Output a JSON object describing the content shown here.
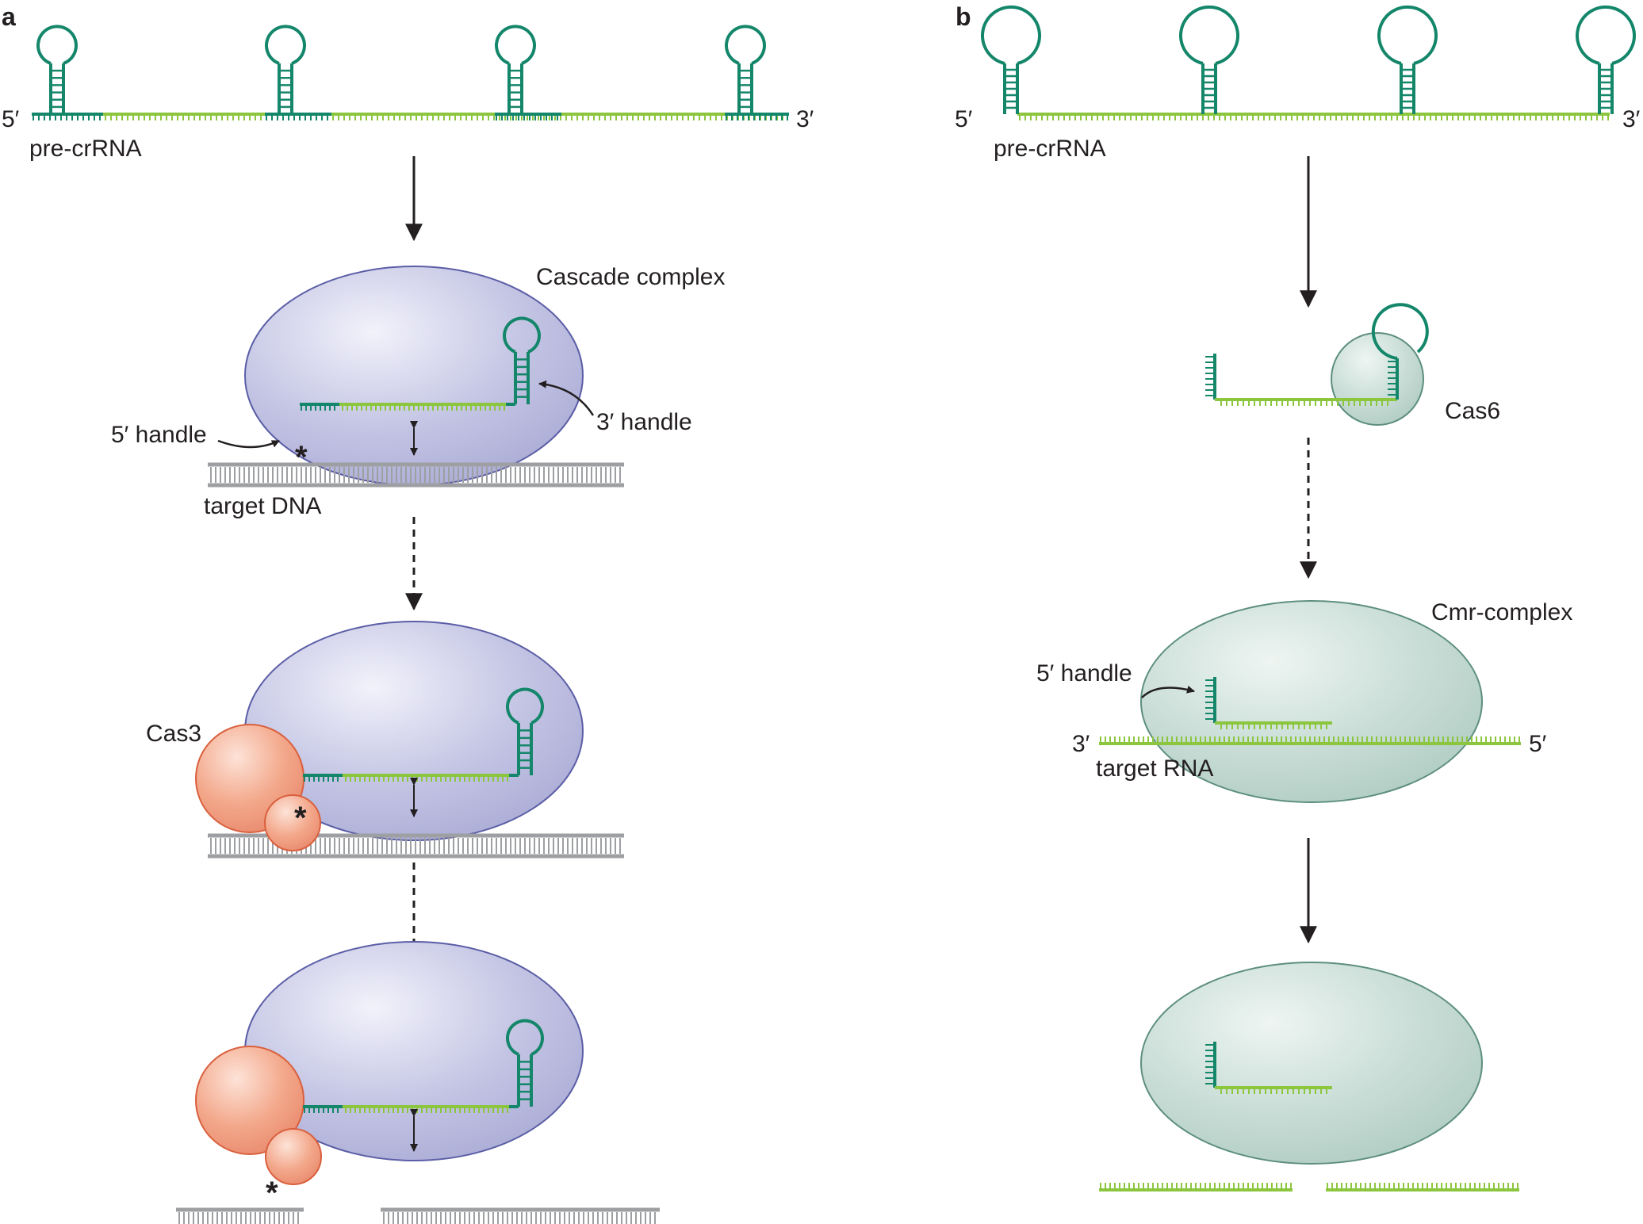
{
  "panels": {
    "a": "a",
    "b": "b"
  },
  "panel_a": {
    "five_prime": "5′",
    "three_prime": "3′",
    "pre_crrna": "pre-crRNA",
    "cascade_complex": "Cascade complex",
    "five_handle": "5′ handle",
    "three_handle": "3′ handle",
    "target_dna": "target DNA",
    "cas3": "Cas3",
    "asterisk": "*"
  },
  "panel_b": {
    "five_prime": "5′",
    "three_prime": "3′",
    "pre_crrna": "pre-crRNA",
    "cas6": "Cas6",
    "cmr_complex": "Cmr-complex",
    "five_handle": "5′ handle",
    "target_three_prime": "3′",
    "target_five_prime": "5′",
    "target_rna": "target RNA"
  },
  "colors": {
    "repeat_dark_green": "#14866a",
    "spacer_light_green": "#8cc63f",
    "cascade_purple": "#b4b5dc",
    "cascade_outline": "#5b5ea6",
    "cas3_salmon": "#ef9a7c",
    "cas3_outline": "#d9603e",
    "cmr_green": "#bfd7cf",
    "cmr_outline": "#5d8f7c",
    "dna_gray": "#9d9fa2",
    "arrow_black": "#231f20"
  }
}
